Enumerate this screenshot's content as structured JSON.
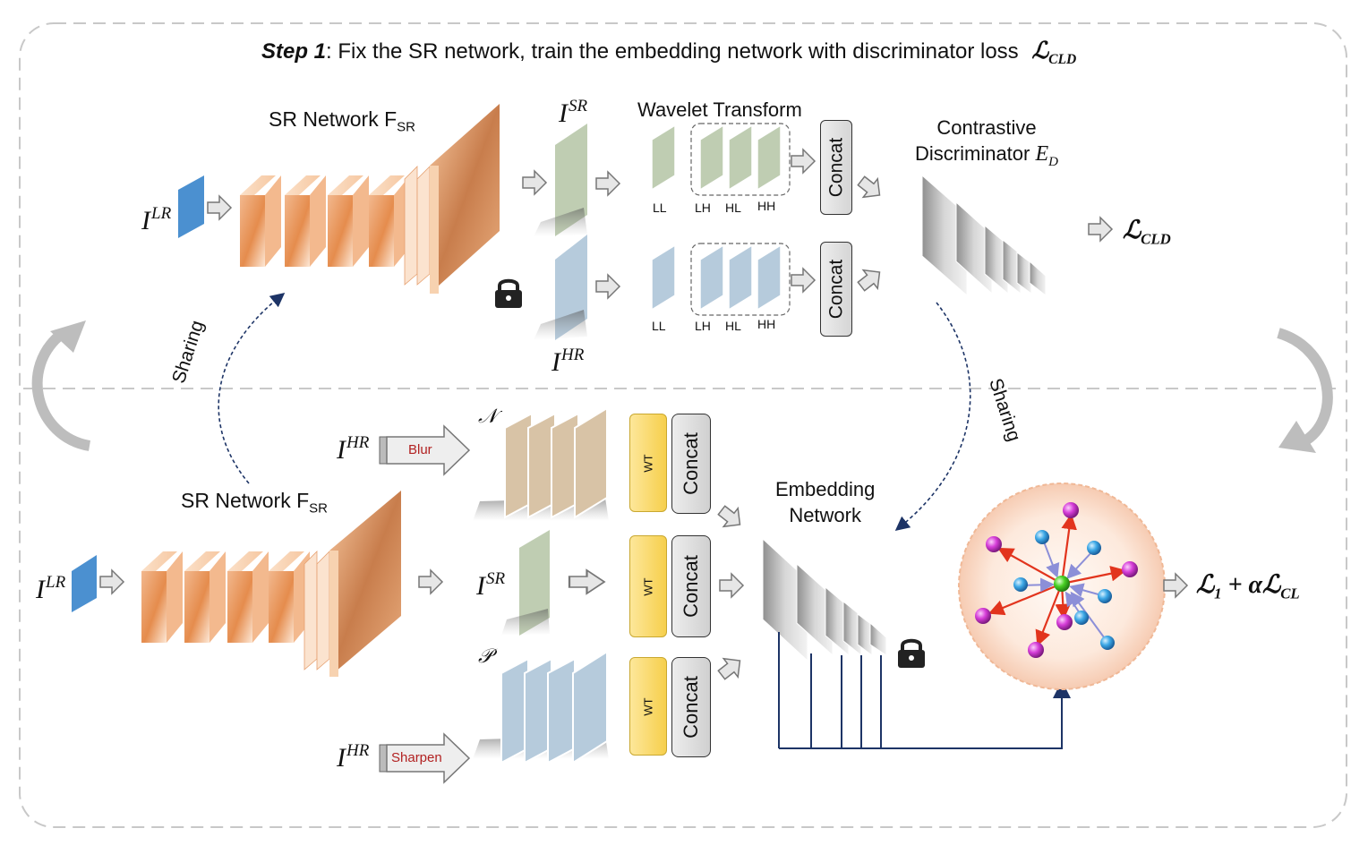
{
  "title": {
    "step": "Step 1",
    "text": ": Fix the SR network, train the embedding network with discriminator loss",
    "loss": "ℒ",
    "loss_sub": "CLD"
  },
  "top": {
    "sr_network_label": "SR Network F",
    "sr_network_sub": "SR",
    "input_label": "I",
    "input_sup": "LR",
    "isr_label": "I",
    "isr_sup": "SR",
    "ihr_label": "I",
    "ihr_sup": "HR",
    "wavelet_title": "Wavelet Transform",
    "bands": [
      "LL",
      "LH",
      "HL",
      "HH"
    ],
    "concat_label": "Concat",
    "disc_title_line1": "Contrastive",
    "disc_title_line2": "Discriminator",
    "disc_symbol": "E",
    "disc_symbol_sub": "D",
    "output_loss": "ℒ",
    "output_loss_sub": "CLD"
  },
  "bottom": {
    "sr_network_label": "SR Network F",
    "sr_network_sub": "SR",
    "input_label": "I",
    "input_sup": "LR",
    "isr_label": "I",
    "isr_sup": "SR",
    "ihr_label": "I",
    "ihr_sup": "HR",
    "blur_label": "Blur",
    "sharpen_label": "Sharpen",
    "negative_symbol": "𝒩",
    "positive_symbol": "𝒫",
    "wt_label": "WT",
    "concat_label": "Concat",
    "embed_title_line1": "Embedding",
    "embed_title_line2": "Network",
    "output_loss": "ℒ",
    "output_loss_sub": "1",
    "output_plus": "+ αℒ",
    "output_plus_sub": "CL"
  },
  "sharing_label": "Sharing",
  "colors": {
    "feature_orange": "#e9955a",
    "hr_blue": "#a9c1d6",
    "sr_green": "#bfcdb2",
    "negative_tan": "#d8c3a6",
    "anchor_green": "#4ad128",
    "positive_blue": "#3a9ee0",
    "negative_magenta": "#d23bd6",
    "arrow_red": "#e2341d",
    "arrow_navy": "#1d3466",
    "text_red": "#b22222"
  }
}
